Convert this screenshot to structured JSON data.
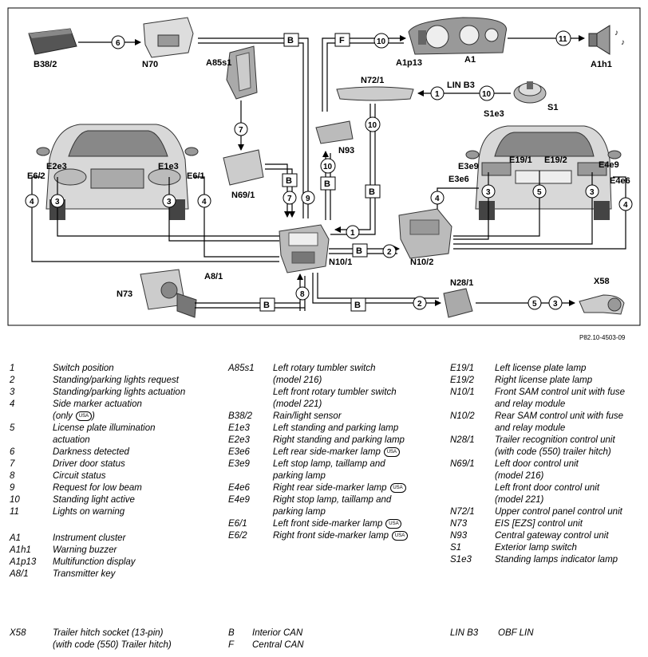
{
  "labels": {
    "B38_2": "B38/2",
    "N70": "N70",
    "A85s1": "A85s1",
    "A1p13": "A1p13",
    "A1": "A1",
    "A1h1": "A1h1",
    "N72_1": "N72/1",
    "LINB3": "LIN B3",
    "S1e3": "S1e3",
    "S1": "S1",
    "N93": "N93",
    "N69_1": "N69/1",
    "E2e3": "E2e3",
    "E1e3": "E1e3",
    "E6_2": "E6/2",
    "E6_1": "E6/1",
    "E3e9": "E3e9",
    "E19_1": "E19/1",
    "E19_2": "E19/2",
    "E4e9": "E4e9",
    "E3e6": "E3e6",
    "E4e6": "E4e6",
    "N10_1": "N10/1",
    "N10_2": "N10/2",
    "N73": "N73",
    "A8_1": "A8/1",
    "N28_1": "N28/1",
    "X58": "X58",
    "B": "B",
    "F": "F",
    "usa": "USA",
    "n1": "1",
    "n2": "2",
    "n3": "3",
    "n4": "4",
    "n5": "5",
    "n6": "6",
    "n7": "7",
    "n8": "8",
    "n9": "9",
    "n10": "10",
    "n11": "11"
  },
  "doc_ref": "P82.10-4503-09",
  "legend_col1": [
    {
      "key": "1",
      "lines": [
        "Switch position"
      ]
    },
    {
      "key": "2",
      "lines": [
        "Standing/parking lights request"
      ]
    },
    {
      "key": "3",
      "lines": [
        "Standing/parking lights actuation"
      ]
    },
    {
      "key": "4",
      "lines": [
        "Side marker actuation",
        "(only"
      ],
      "usa": true
    },
    {
      "key": "5",
      "lines": [
        "License plate illumination",
        "actuation"
      ]
    },
    {
      "key": "6",
      "lines": [
        "Darkness detected"
      ]
    },
    {
      "key": "7",
      "lines": [
        "Driver door status"
      ]
    },
    {
      "key": "8",
      "lines": [
        "Circuit status"
      ]
    },
    {
      "key": "9",
      "lines": [
        "Request for low beam"
      ]
    },
    {
      "key": "10",
      "lines": [
        "Standing light active"
      ]
    },
    {
      "key": "11",
      "lines": [
        "Lights on warning"
      ]
    }
  ],
  "legend_col1b": [
    {
      "key": "A1",
      "lines": [
        "Instrument cluster"
      ]
    },
    {
      "key": "A1h1",
      "lines": [
        "Warning buzzer"
      ]
    },
    {
      "key": "A1p13",
      "lines": [
        "Multifunction display"
      ]
    },
    {
      "key": "A8/1",
      "lines": [
        "Transmitter key"
      ]
    }
  ],
  "legend_col2": [
    {
      "key": "A85s1",
      "lines": [
        "Left rotary tumbler switch",
        "(model 216)",
        "Left front rotary tumbler switch",
        "(model 221)"
      ]
    },
    {
      "key": "B38/2",
      "lines": [
        "Rain/light sensor"
      ]
    },
    {
      "key": "E1e3",
      "lines": [
        "Left standing and parking lamp"
      ]
    },
    {
      "key": "E2e3",
      "lines": [
        "Right standing and parking lamp"
      ]
    },
    {
      "key": "E3e6",
      "lines": [
        "Left rear side-marker lamp"
      ],
      "usa": true
    },
    {
      "key": "E3e9",
      "lines": [
        "Left stop lamp, taillamp and",
        "parking lamp"
      ]
    },
    {
      "key": "E4e6",
      "lines": [
        "Right rear side-marker lamp"
      ],
      "usa": true
    },
    {
      "key": "E4e9",
      "lines": [
        "Right stop lamp, taillamp and",
        "parking lamp"
      ]
    },
    {
      "key": "E6/1",
      "lines": [
        "Left front side-marker lamp"
      ],
      "usa": true
    },
    {
      "key": "E6/2",
      "lines": [
        "Right front side-marker lamp"
      ],
      "usa": true
    }
  ],
  "legend_col3": [
    {
      "key": "E19/1",
      "lines": [
        "Left license plate lamp"
      ]
    },
    {
      "key": "E19/2",
      "lines": [
        "Right license plate lamp"
      ]
    },
    {
      "key": "N10/1",
      "lines": [
        "Front SAM control unit with fuse",
        "and relay module"
      ]
    },
    {
      "key": "N10/2",
      "lines": [
        "Rear SAM control unit with fuse",
        "and relay module"
      ]
    },
    {
      "key": "N28/1",
      "lines": [
        "Trailer recognition control unit",
        "(with code (550) trailer hitch)"
      ]
    },
    {
      "key": "N69/1",
      "lines": [
        "Left door control unit",
        "(model 216)",
        "Left front door control unit",
        "(model 221)"
      ]
    },
    {
      "key": "N72/1",
      "lines": [
        "Upper control panel control unit"
      ]
    },
    {
      "key": "N73",
      "lines": [
        "EIS [EZS] control unit"
      ]
    },
    {
      "key": "N93",
      "lines": [
        "Central gateway control unit"
      ]
    },
    {
      "key": "S1",
      "lines": [
        "Exterior lamp switch"
      ]
    },
    {
      "key": "S1e3",
      "lines": [
        "Standing lamps indicator lamp"
      ]
    }
  ],
  "footer": [
    {
      "key": "X58",
      "lines": [
        "Trailer hitch socket (13-pin)",
        "(with code (550) Trailer hitch)"
      ]
    },
    {
      "key": "B",
      "lines": [
        "Interior CAN"
      ]
    },
    {
      "key": "F",
      "lines": [
        "Central CAN"
      ]
    },
    {
      "key": "LIN B3",
      "lines": [
        "OBF LIN"
      ]
    }
  ]
}
